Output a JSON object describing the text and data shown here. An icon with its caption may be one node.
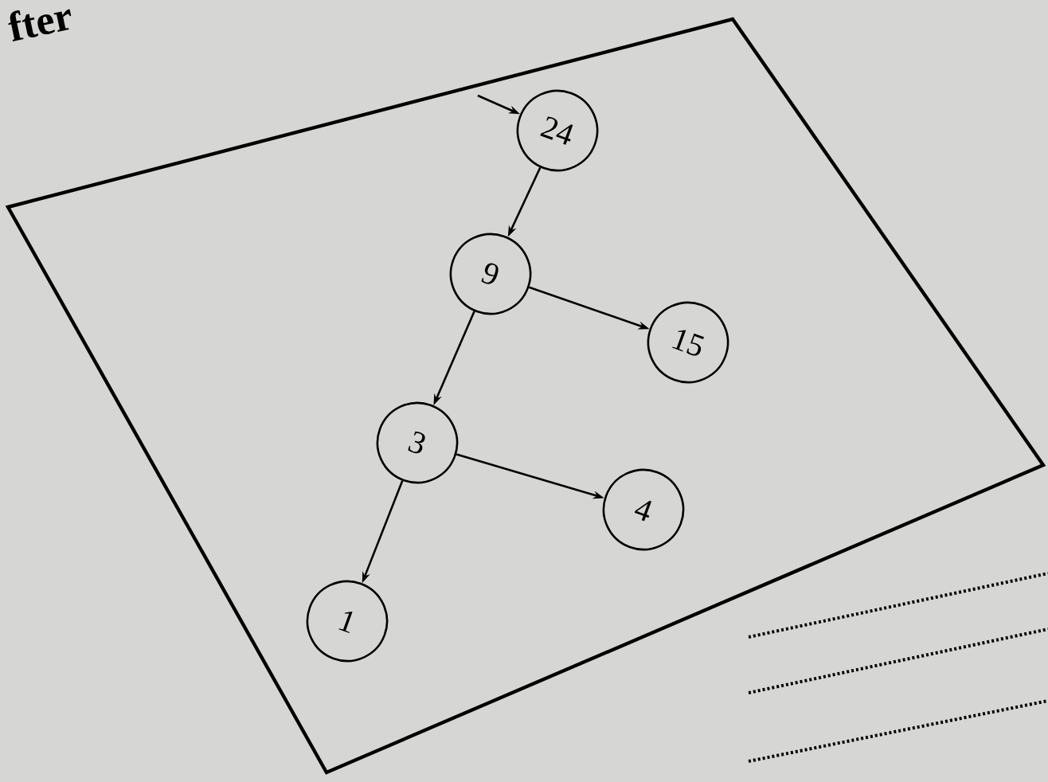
{
  "diagram": {
    "nodes": [
      {
        "text": [
          "24"
        ]
      },
      {
        "text": [
          "9"
        ]
      },
      {
        "text": [
          "15"
        ]
      },
      {
        "text": [
          "3"
        ]
      },
      {
        "text": [
          "4"
        ]
      },
      {
        "text": [
          "1"
        ]
      }
    ],
    "edges": [
      {
        "from": null,
        "to": 0,
        "arrow": "to"
      },
      {
        "from": 0,
        "to": 1,
        "arrow": "to"
      },
      {
        "from": 1,
        "to": 2,
        "arrow": "to"
      },
      {
        "from": 1,
        "to": 3,
        "arrow": "to"
      },
      {
        "from": 3,
        "to": 4,
        "arrow": "to"
      },
      {
        "from": 3,
        "to": 5,
        "arrow": "to"
      }
    ],
    "labels": [
      "fter"
    ]
  }
}
